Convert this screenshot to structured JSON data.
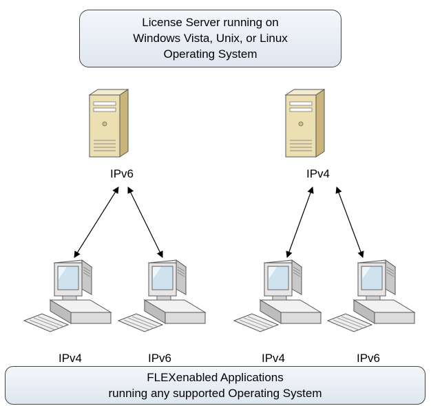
{
  "top_box": {
    "lines": [
      "License Server running on",
      "Windows Vista, Unix, or Linux",
      "Operating System"
    ]
  },
  "servers": [
    {
      "label": "IPv6",
      "icon": "server-tower-icon"
    },
    {
      "label": "IPv4",
      "icon": "server-tower-icon"
    }
  ],
  "clients": [
    {
      "label": "IPv4",
      "icon": "desktop-computer-icon"
    },
    {
      "label": "IPv6",
      "icon": "desktop-computer-icon"
    },
    {
      "label": "IPv4",
      "icon": "desktop-computer-icon"
    },
    {
      "label": "IPv6",
      "icon": "desktop-computer-icon"
    }
  ],
  "bottom_box": {
    "lines": [
      "FLEXenabled Applications",
      "running any supported Operating System"
    ]
  },
  "colors": {
    "box_fill_top": "#f4f6fa",
    "box_fill_bottom": "#dfe6ef",
    "server_body": "#e9dcae",
    "arrow": "#000000"
  }
}
